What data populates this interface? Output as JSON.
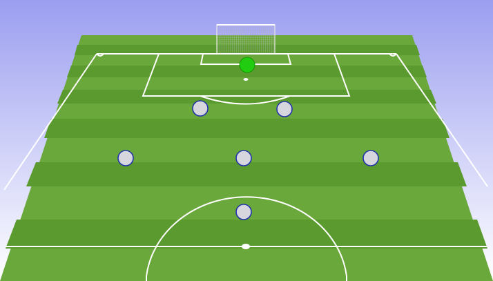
{
  "scene": {
    "type": "soccer-formation-diagram",
    "colors": {
      "sky_top": "#9b9ef0",
      "sky_bottom": "#ffffff",
      "grass_light": "#6aa83c",
      "grass_dark": "#5a9a2e",
      "lines": "#ffffff",
      "goalkeeper": "#22cc11",
      "goalkeeper_outline": "#119900",
      "outfield_fill": "#d6d6de",
      "outfield_outline": "#2233aa"
    },
    "players": {
      "goalkeeper_count": 1,
      "outfield_count": 6,
      "shape": "2-3-1 (attacking view)"
    }
  }
}
